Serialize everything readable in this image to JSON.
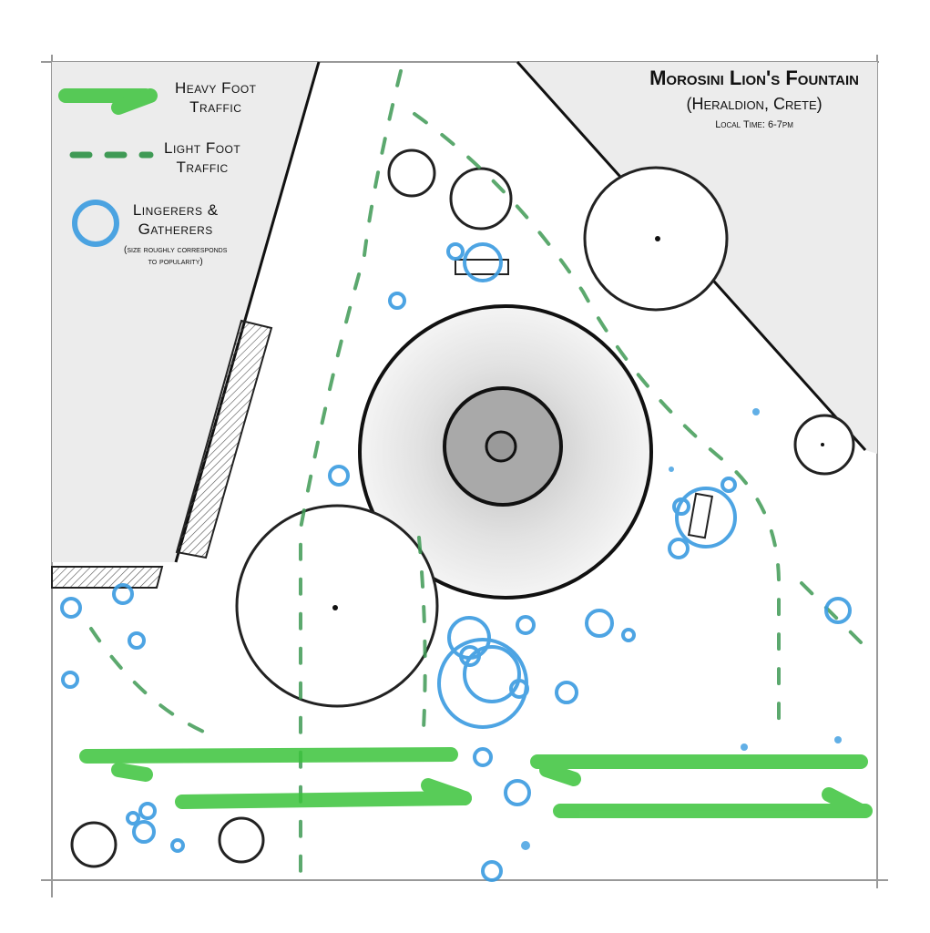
{
  "title": "Morosini Lion's Fountain",
  "subtitle": "(Heraldion, Crete)",
  "local_time": "Local Time: 6-7pm",
  "legend": {
    "heavy_line1": "Heavy Foot",
    "heavy_line2": "Traffic",
    "light_line1": "Light Foot",
    "light_line2": "Traffic",
    "gather_line1": "Lingerers &",
    "gather_line2": "Gatherers",
    "note_line1": "(size roughly corresponds",
    "note_line2": "to popularity)"
  },
  "colors": {
    "heavy": "#3cc43c",
    "light": "#3f9a55",
    "gatherers": "#3a9be0",
    "building": "#ececec"
  }
}
